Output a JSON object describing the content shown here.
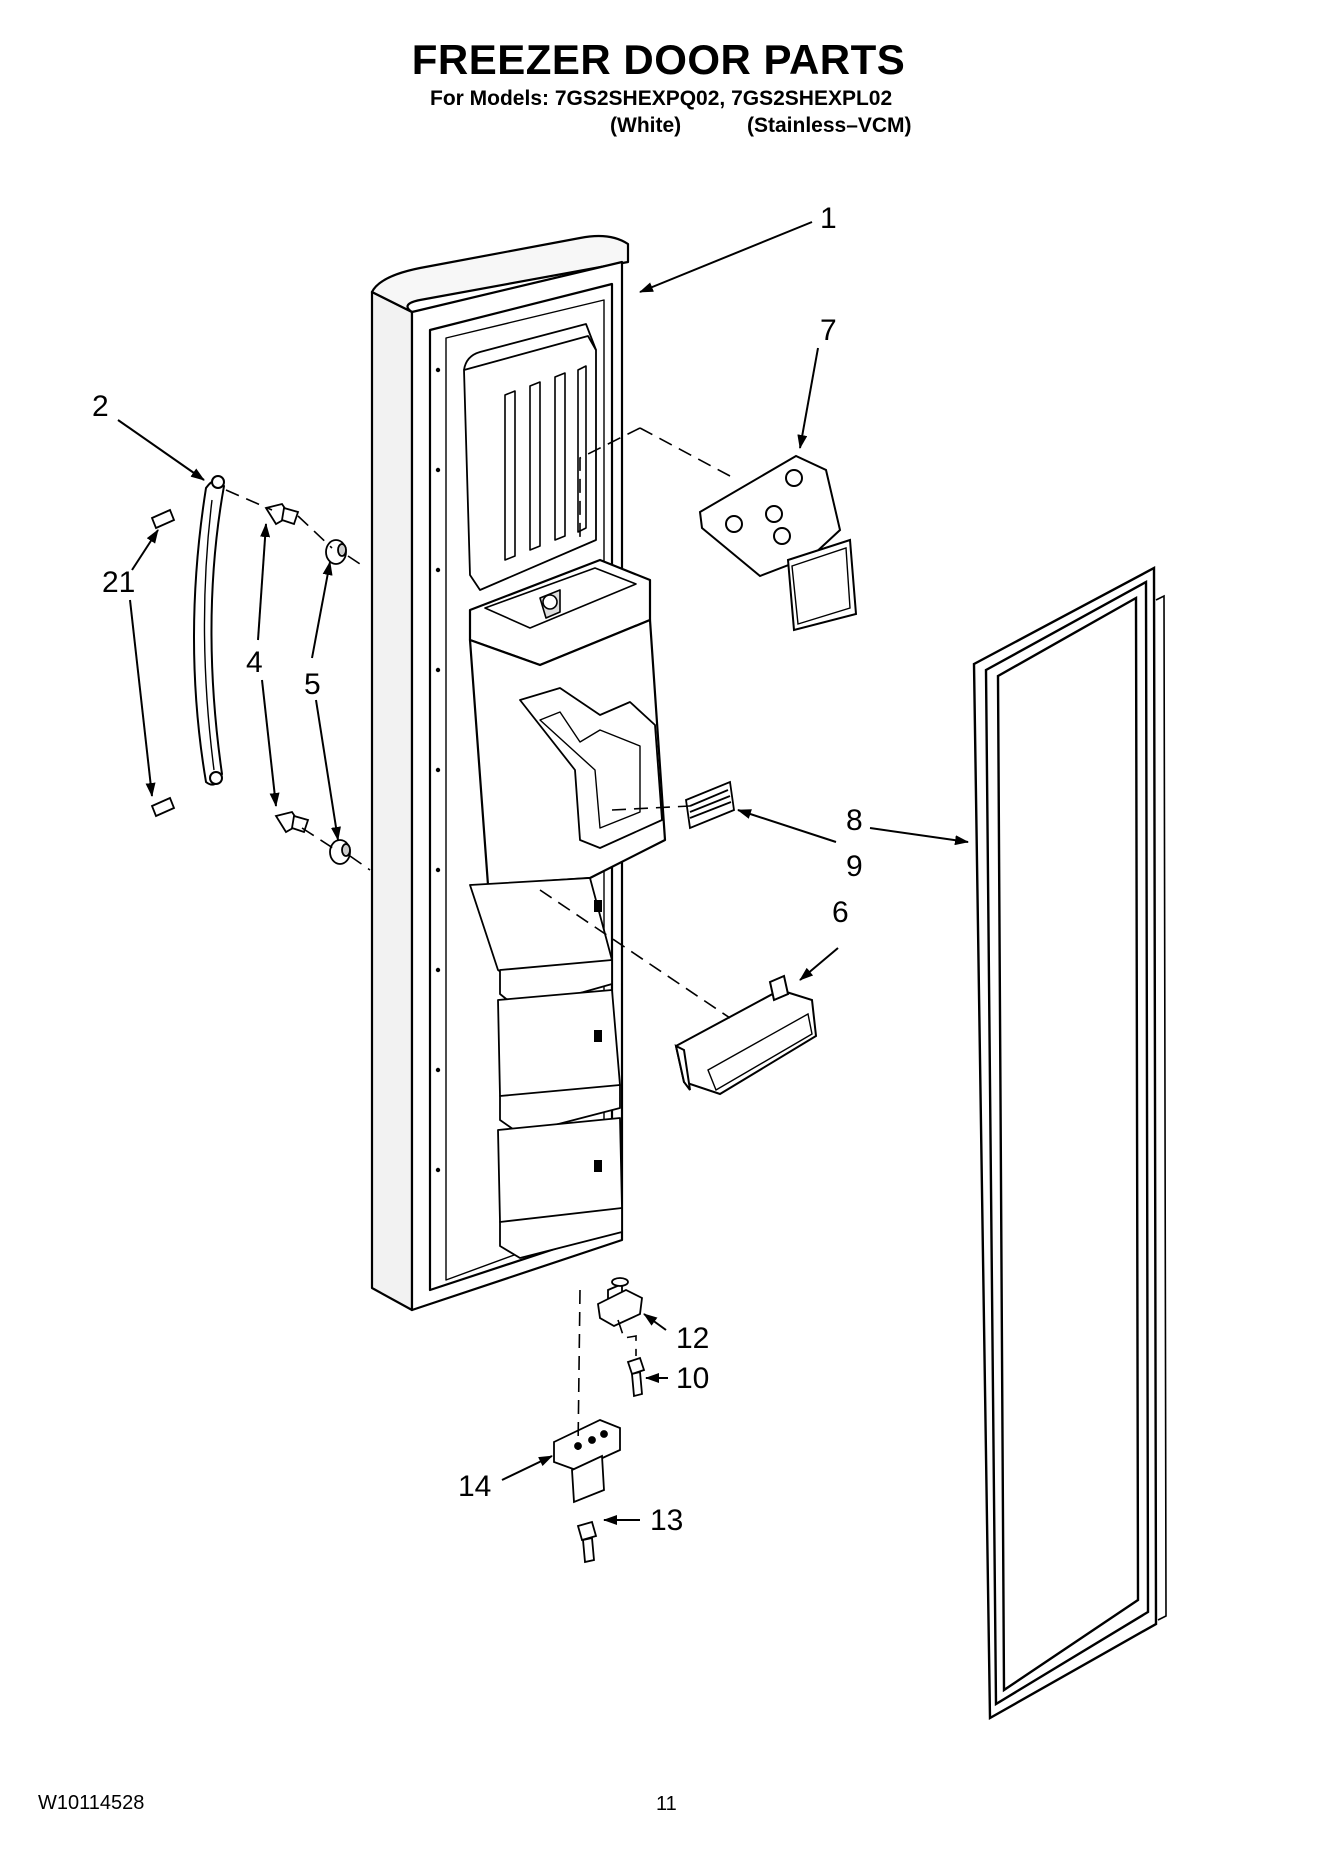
{
  "header": {
    "title": "FREEZER DOOR PARTS",
    "models_line": "For Models: 7GS2SHEXPQ02, 7GS2SHEXPL02",
    "variant_white": "(White)",
    "variant_stainless": "(Stainless–VCM)"
  },
  "callouts": [
    {
      "id": "c1",
      "label": "1"
    },
    {
      "id": "c2",
      "label": "2"
    },
    {
      "id": "c4",
      "label": "4"
    },
    {
      "id": "c5",
      "label": "5"
    },
    {
      "id": "c6",
      "label": "6"
    },
    {
      "id": "c7",
      "label": "7"
    },
    {
      "id": "c8",
      "label": "8"
    },
    {
      "id": "c9",
      "label": "9"
    },
    {
      "id": "c10",
      "label": "10"
    },
    {
      "id": "c12",
      "label": "12"
    },
    {
      "id": "c13",
      "label": "13"
    },
    {
      "id": "c14",
      "label": "14"
    },
    {
      "id": "c21",
      "label": "21"
    }
  ],
  "footer": {
    "doc_number": "W10114528",
    "page_number": "11"
  }
}
